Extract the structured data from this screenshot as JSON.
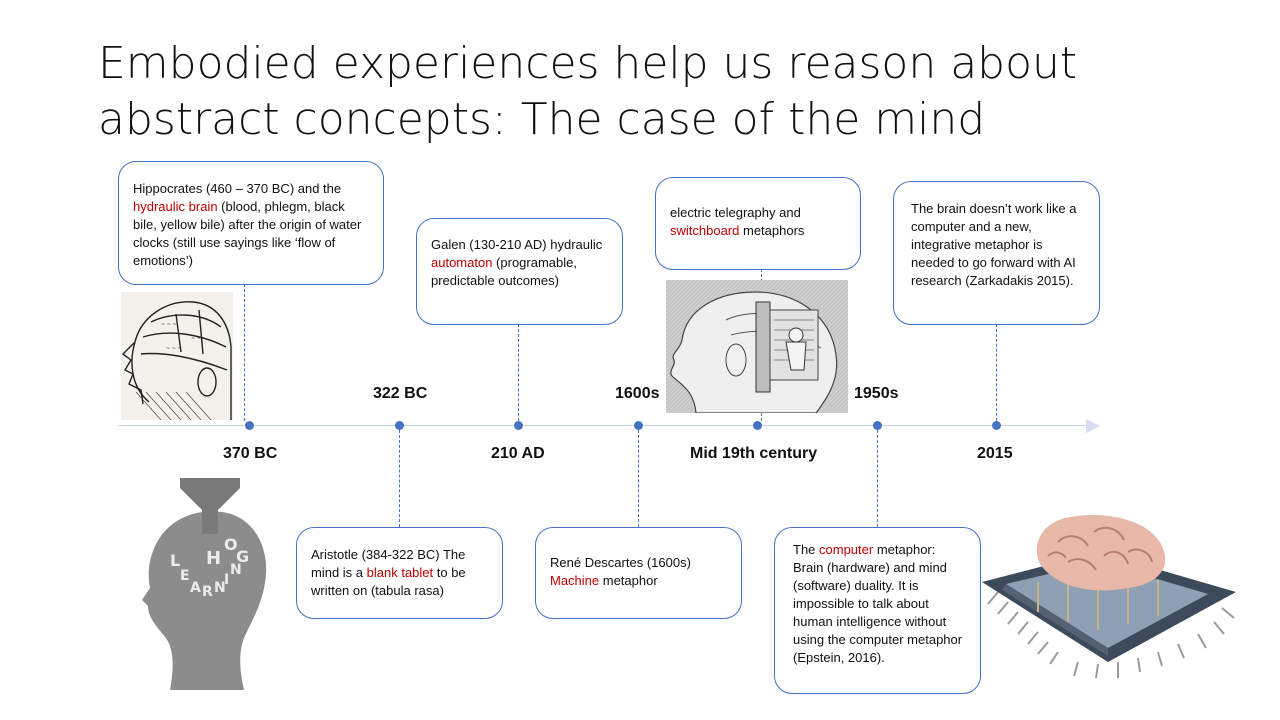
{
  "title": {
    "line1": "Embodied experiences help us reason about",
    "line2": "abstract concepts: The case of the mind"
  },
  "labels": {
    "l370": "370 BC",
    "l322": "322 BC",
    "l210": "210 AD",
    "l1600": "1600s",
    "lmid19": "Mid 19th century",
    "l1950": "1950s",
    "l2015": "2015"
  },
  "boxes": {
    "hippocrates": {
      "t1": "Hippocrates (460 – 370 BC) and the ",
      "hl": "hydraulic brain",
      "t2": " (blood, phlegm, black bile, yellow bile) after the origin of water clocks (still use sayings like ‘flow of emotions’)"
    },
    "galen": {
      "t1": "Galen (130-210 AD) hydraulic ",
      "hl": "automaton",
      "t2": " (programable, predictable outcomes)"
    },
    "telegraph": {
      "t1": "electric telegraphy and ",
      "hl": "switchboard",
      "t2": " metaphors"
    },
    "zarkadakis": {
      "t1": "The brain doesn’t work like a computer and a new, integrative metaphor is needed to go forward with AI research (Zarkadakis 2015)."
    },
    "aristotle": {
      "t1": "Aristotle (384-322 BC) The mind is a ",
      "hl": "blank tablet",
      "t2": " to be written on (tabula rasa)"
    },
    "descartes": {
      "t1": "René Descartes (1600s)",
      "hl": "Machine",
      "t2": " metaphor"
    },
    "computer": {
      "t1": "The ",
      "hl": "computer",
      "t2": " metaphor: Brain (hardware) and mind (software) duality. It is impossible to talk about human intelligence without using the computer metaphor (Epstein, 2016)."
    }
  },
  "head_letters": [
    "L",
    "E",
    "A",
    "R",
    "N",
    "I",
    "N",
    "G",
    "H",
    "O"
  ],
  "colors": {
    "accent": "#4472c4",
    "highlight": "#c00000",
    "axis": "#c8d3e6"
  }
}
